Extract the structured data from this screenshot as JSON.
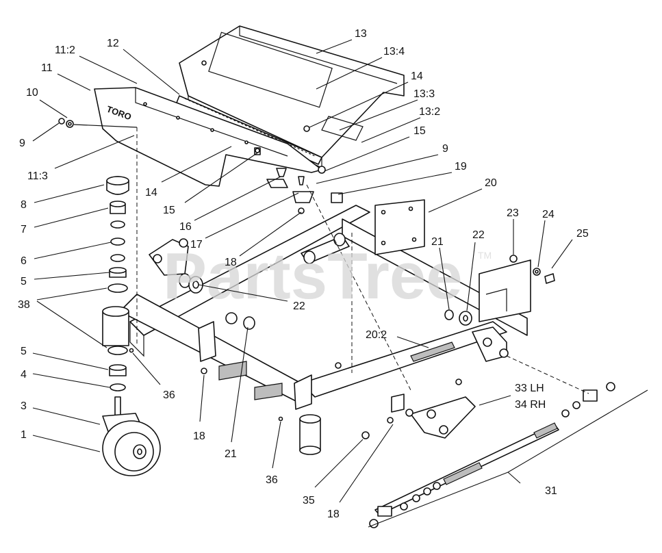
{
  "watermark": {
    "text": "PartsTree",
    "trademark": "TM"
  },
  "brand_on_panel": "TORO",
  "callouts": [
    {
      "id": "c-13",
      "text": "13"
    },
    {
      "id": "c-13-4",
      "text": "13:4"
    },
    {
      "id": "c-11-2",
      "text": "11:2"
    },
    {
      "id": "c-12",
      "text": "12"
    },
    {
      "id": "c-11",
      "text": "11"
    },
    {
      "id": "c-14a",
      "text": "14"
    },
    {
      "id": "c-10",
      "text": "10"
    },
    {
      "id": "c-13-3",
      "text": "13:3"
    },
    {
      "id": "c-13-2",
      "text": "13:2"
    },
    {
      "id": "c-9a",
      "text": "9"
    },
    {
      "id": "c-15a",
      "text": "15"
    },
    {
      "id": "c-11-3",
      "text": "11:3"
    },
    {
      "id": "c-9b",
      "text": "9"
    },
    {
      "id": "c-14b",
      "text": "14"
    },
    {
      "id": "c-19",
      "text": "19"
    },
    {
      "id": "c-20",
      "text": "20"
    },
    {
      "id": "c-8",
      "text": "8"
    },
    {
      "id": "c-15b",
      "text": "15"
    },
    {
      "id": "c-7",
      "text": "7"
    },
    {
      "id": "c-16",
      "text": "16"
    },
    {
      "id": "c-23",
      "text": "23"
    },
    {
      "id": "c-24",
      "text": "24"
    },
    {
      "id": "c-17",
      "text": "17"
    },
    {
      "id": "c-25",
      "text": "25"
    },
    {
      "id": "c-21a",
      "text": "21"
    },
    {
      "id": "c-22a",
      "text": "22"
    },
    {
      "id": "c-6",
      "text": "6"
    },
    {
      "id": "c-18a",
      "text": "18"
    },
    {
      "id": "c-5a",
      "text": "5"
    },
    {
      "id": "c-38",
      "text": "38"
    },
    {
      "id": "c-22b",
      "text": "22"
    },
    {
      "id": "c-20-2",
      "text": "20:2"
    },
    {
      "id": "c-5b",
      "text": "5"
    },
    {
      "id": "c-4",
      "text": "4"
    },
    {
      "id": "c-36a",
      "text": "36"
    },
    {
      "id": "c-33",
      "text": "33 LH"
    },
    {
      "id": "c-34",
      "text": "34 RH"
    },
    {
      "id": "c-3",
      "text": "3"
    },
    {
      "id": "c-18b",
      "text": "18"
    },
    {
      "id": "c-1",
      "text": "1"
    },
    {
      "id": "c-21b",
      "text": "21"
    },
    {
      "id": "c-36b",
      "text": "36"
    },
    {
      "id": "c-31",
      "text": "31"
    },
    {
      "id": "c-35",
      "text": "35"
    },
    {
      "id": "c-18c",
      "text": "18"
    }
  ]
}
